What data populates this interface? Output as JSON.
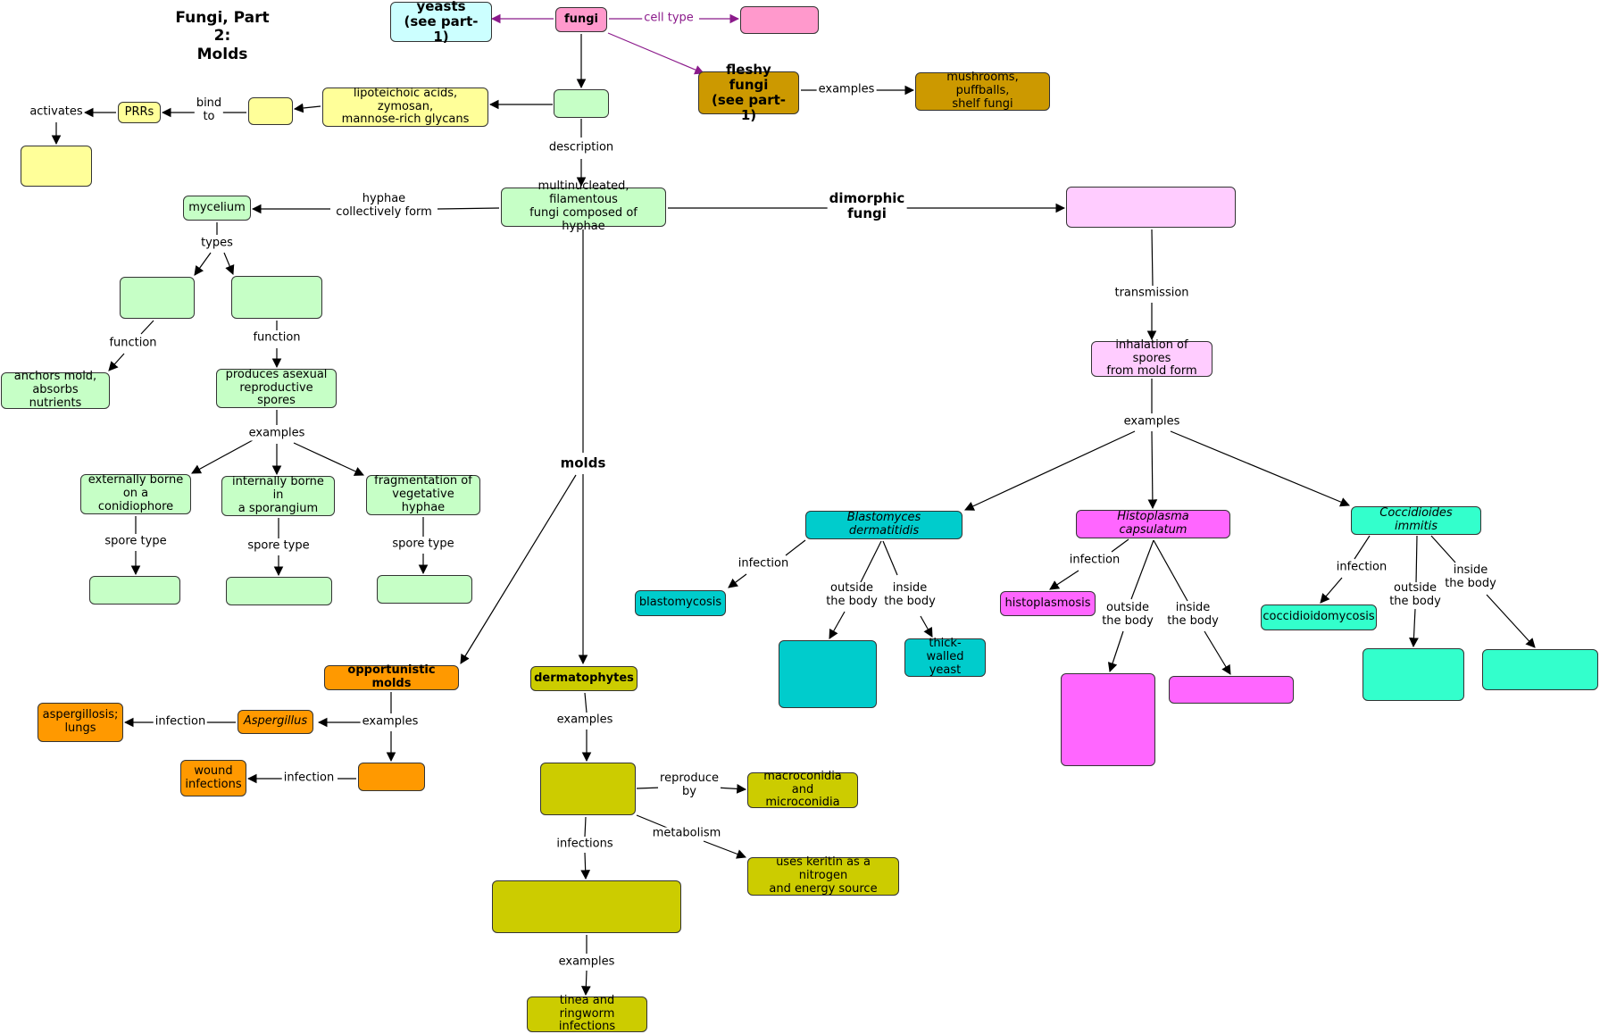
{
  "title": "Fungi, Part 2:\nMolds",
  "colors": {
    "pink": "#ff99cc",
    "cyan_light": "#ccffff",
    "green_light": "#c6ffc6",
    "yellow_light": "#ffff99",
    "gold": "#cc9900",
    "pink_light": "#ffccff",
    "teal": "#00cccc",
    "magenta": "#ff66ff",
    "aqua": "#33ffcc",
    "orange": "#ff9900",
    "olive": "#cccc00",
    "purple_link": "#8b1a8b"
  },
  "nodes": {
    "fungi": "fungi",
    "yeasts": "yeasts\n(see part-1)",
    "cell_type_blank": "",
    "fleshy_fungi": "fleshy fungi\n(see part-1)",
    "mushrooms": "mushrooms, puffballs,\nshelf fungi",
    "green_top_blank": "",
    "lipoteichoic": "lipoteichoic acids, zymosan,\nmannose-rich glycans",
    "yellow_small_blank": "",
    "prrs": "PRRs",
    "yellow_activates_blank": "",
    "multinucleated": "multinucleated, filamentous\nfungi composed of hyphae",
    "mycelium": "mycelium",
    "mycelium_type1_blank": "",
    "mycelium_type2_blank": "",
    "anchors": "anchors mold,\nabsorbs nutrients",
    "produces_spores": "produces asexual\nreproductive spores",
    "conidiophore": "externally borne\non a conidiophore",
    "sporangium": "internally borne in\na sporangium",
    "fragmentation": "fragmentation of\nvegetative hyphae",
    "spore1_blank": "",
    "spore2_blank": "",
    "spore3_blank": "",
    "dimorphic_blank": "",
    "inhalation": "inhalation of spores\nfrom mold form",
    "blastomyces": "Blastomyces dermatitidis",
    "histoplasma": "Histoplasma capsulatum",
    "coccidioides": "Coccidioides immitis",
    "blastomycosis": "blastomycosis",
    "blasto_outside_blank": "",
    "thick_walled": "thick-walled\nyeast",
    "histoplasmosis": "histoplasmosis",
    "histo_outside_blank": "",
    "histo_inside_blank": "",
    "coccidioidomycosis": "coccidioidomycosis",
    "cocci_outside_blank": "",
    "cocci_inside_blank": "",
    "opportunistic": "opportunistic molds",
    "aspergillus": "Aspergillus",
    "aspergillosis": "aspergillosis;\nlungs",
    "orange_blank": "",
    "wound": "wound\ninfections",
    "dermatophytes": "dermatophytes",
    "derm_example_blank": "",
    "macroconidia": "macroconidia and\nmicroconidia",
    "keratin": "uses keritin as a nitrogen\nand energy source",
    "derm_infection_blank": "",
    "tinea": "tinea and ringworm\ninfections"
  },
  "labels": {
    "cell_type": "cell type",
    "examples_fleshy": "examples",
    "bind_to": "bind\nto",
    "activates": "activates",
    "description": "description",
    "hyphae_form": "hyphae\ncollectively form",
    "dimorphic": "dimorphic\nfungi",
    "types": "types",
    "function1": "function",
    "function2": "function",
    "examples_spores": "examples",
    "spore_type1": "spore type",
    "spore_type2": "spore type",
    "spore_type3": "spore type",
    "molds": "molds",
    "transmission": "transmission",
    "examples_dimorphic": "examples",
    "infection_blasto": "infection",
    "outside_blasto": "outside\nthe body",
    "inside_blasto": "inside\nthe body",
    "infection_histo": "infection",
    "outside_histo": "outside\nthe body",
    "inside_histo": "inside\nthe body",
    "infection_cocci": "infection",
    "outside_cocci": "outside\nthe body",
    "inside_cocci": "inside\nthe body",
    "examples_opp": "examples",
    "infection_asp": "infection",
    "infection_orange": "infection",
    "examples_derm": "examples",
    "reproduce_by": "reproduce\nby",
    "metabolism": "metabolism",
    "infections_derm": "infections",
    "examples_tinea": "examples"
  }
}
